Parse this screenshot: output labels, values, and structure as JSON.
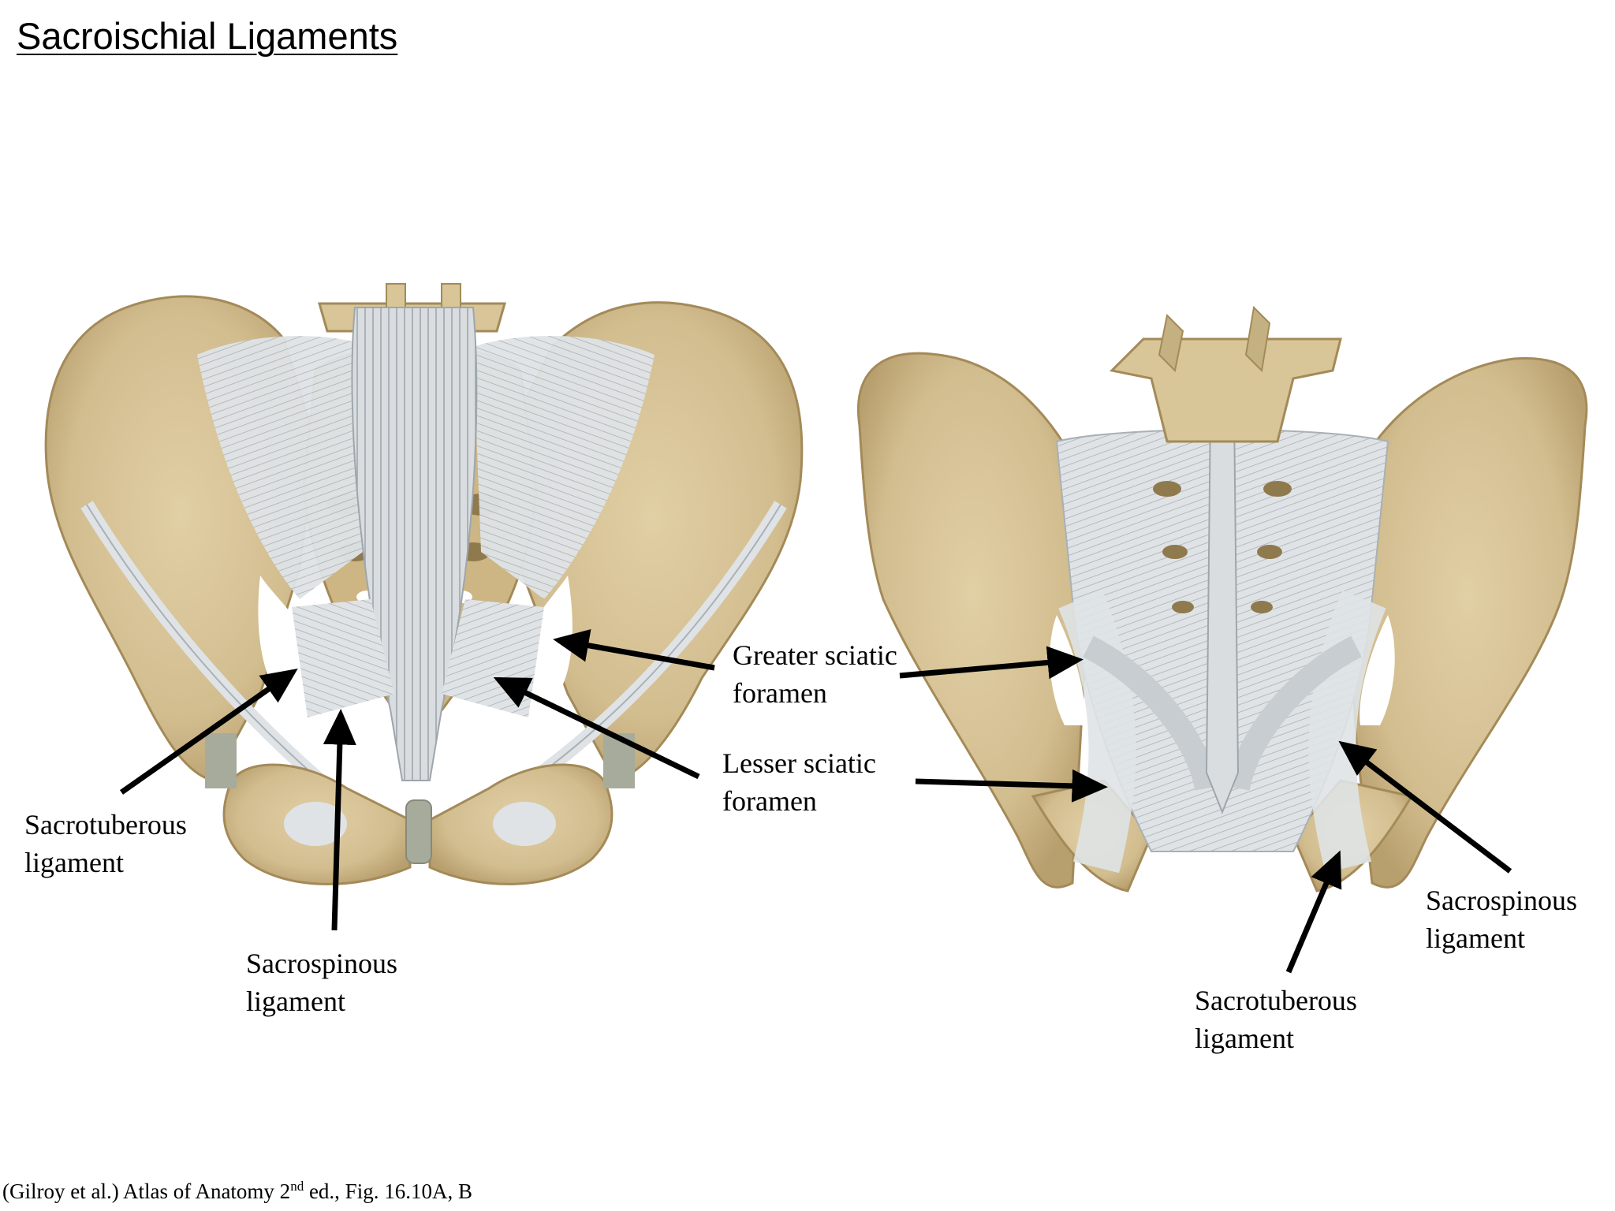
{
  "title": "Sacroischial Ligaments",
  "labels": {
    "left_sacrotuberous": [
      "Sacrotuberous",
      "ligament"
    ],
    "left_sacrospinous": [
      "Sacrospinous",
      "ligament"
    ],
    "greater_sciatic": [
      "Greater sciatic",
      "foramen"
    ],
    "lesser_sciatic": [
      "Lesser sciatic",
      "foramen"
    ],
    "right_sacrospinous": [
      "Sacrospinous",
      "ligament"
    ],
    "right_sacrotuberous": [
      "Sacrotuberous",
      "ligament"
    ]
  },
  "caption": {
    "prefix": "(Gilroy et al.) Atlas of Anatomy 2",
    "superscript": "nd",
    "suffix": " ed., Fig. 16.10A, B"
  },
  "colors": {
    "bone": "#d6c296",
    "bone_shade": "#b89f6e",
    "bone_dark": "#8f7a4e",
    "ligament": "#dfe3e6",
    "ligament_fiber": "#a9b0b6",
    "cartilage": "#a7ab9c",
    "arrow": "#000000"
  }
}
